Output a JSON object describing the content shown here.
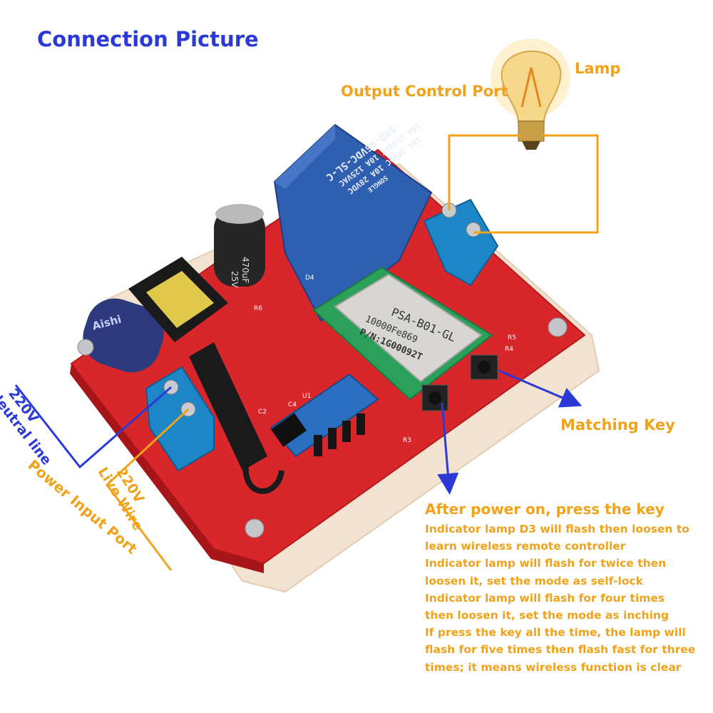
{
  "title": "Connection Picture",
  "lamp_label": "Lamp",
  "output_port_label": "Output Control Port",
  "matching_key_label": "Matching Key",
  "neutral": {
    "voltage": "220V",
    "name": "Neutral  line"
  },
  "live": {
    "voltage": "220V",
    "name": "Live Wire"
  },
  "power_input_label": "Power Input Port",
  "relay": {
    "line1": "SRD-05VDC-SL-C",
    "line2": "10A 250VAC 10A 125VAC",
    "line3": "10A 30VDC 10A 28VDC",
    "brand": "SONGLE"
  },
  "module": {
    "line1": "PSA-B01-GL",
    "line2": "10000Fe869",
    "line3": "P/N:1G00092T"
  },
  "capacitor_small": {
    "line1": "470uF",
    "line2": "25V"
  },
  "capacitor_large": "Aishi",
  "component_labels": [
    "R6",
    "D4",
    "R4",
    "R5",
    "C2",
    "C4",
    "U1",
    "R3"
  ],
  "instructions_heading": "After power on, press the key",
  "instructions": [
    "Indicator lamp D3 will flash then loosen to",
    "learn wireless remote controller",
    "Indicator lamp will flash for twice then",
    "loosen it, set the mode as self-lock",
    "Indicator lamp will flash for four times",
    "then loosen it, set the mode as inching",
    "If press the key all the time, the lamp will",
    "flash for five times then flash fast for three",
    "times; it means wireless function is clear"
  ],
  "colors": {
    "accent_blue": "#2b3ad6",
    "accent_orange": "#f0a21a",
    "board_red": "#d8262a",
    "relay_blue": "#2f5fb0",
    "terminal_blue": "#1d86c7",
    "base": "#f3e2cf"
  }
}
